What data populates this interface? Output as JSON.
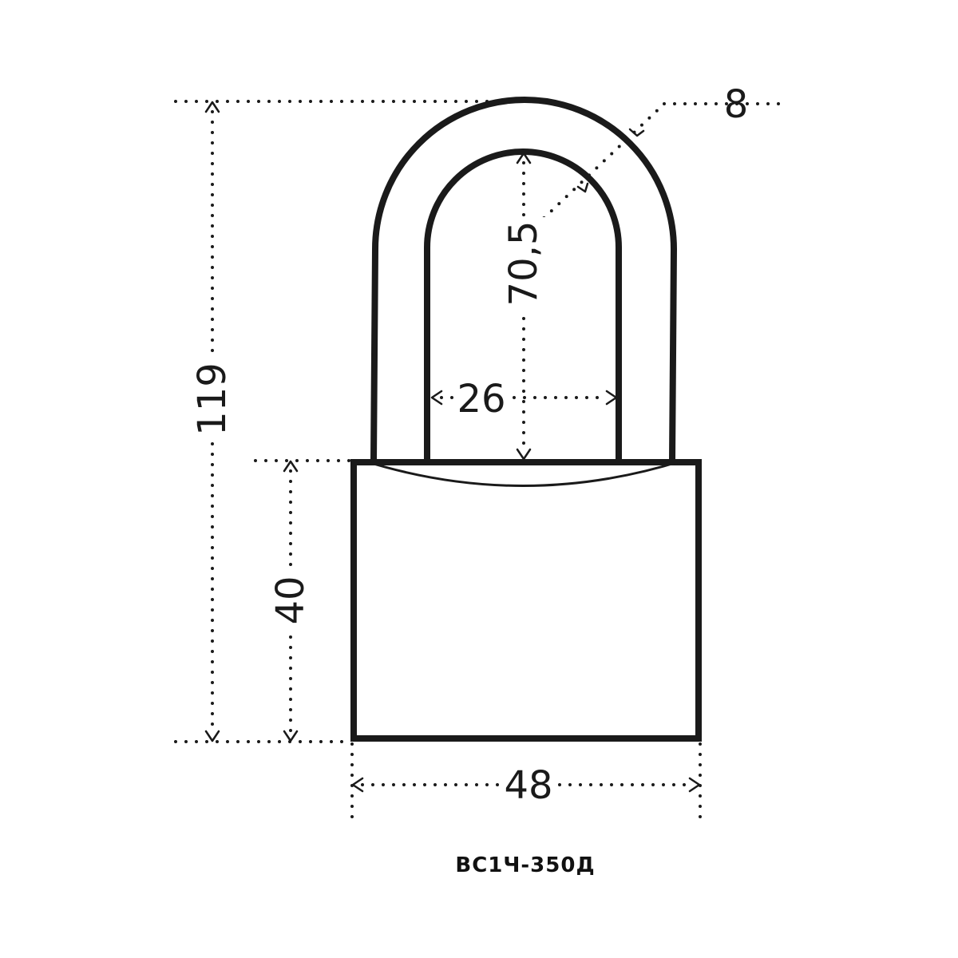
{
  "model": "ВС1Ч-350Д",
  "dimensions": {
    "overall_height": "119",
    "inner_height": "70,5",
    "shackle_diameter": "8",
    "inner_width": "26",
    "body_height": "40",
    "body_width": "48"
  },
  "colors": {
    "line": "#1a1a1a",
    "background": "#ffffff"
  }
}
